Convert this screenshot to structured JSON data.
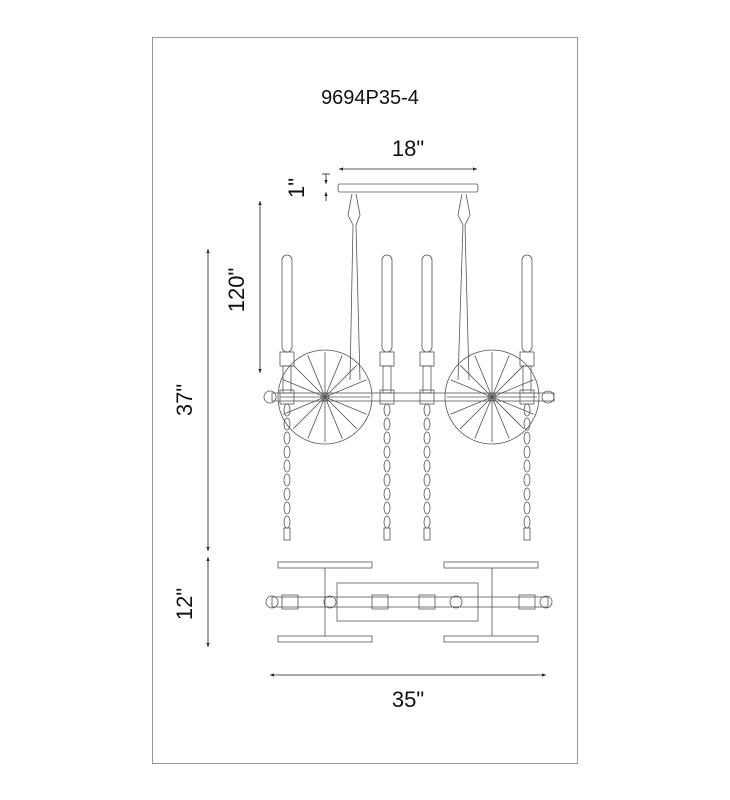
{
  "title": "9694P35-4",
  "dimensions": {
    "canopy_width": "18\"",
    "canopy_height": "1\"",
    "chain_length": "120\"",
    "fixture_height": "37\"",
    "fixture_depth": "12\"",
    "fixture_width": "35\""
  },
  "colors": {
    "line": "#555555",
    "frame": "#999999",
    "text": "#111111"
  }
}
